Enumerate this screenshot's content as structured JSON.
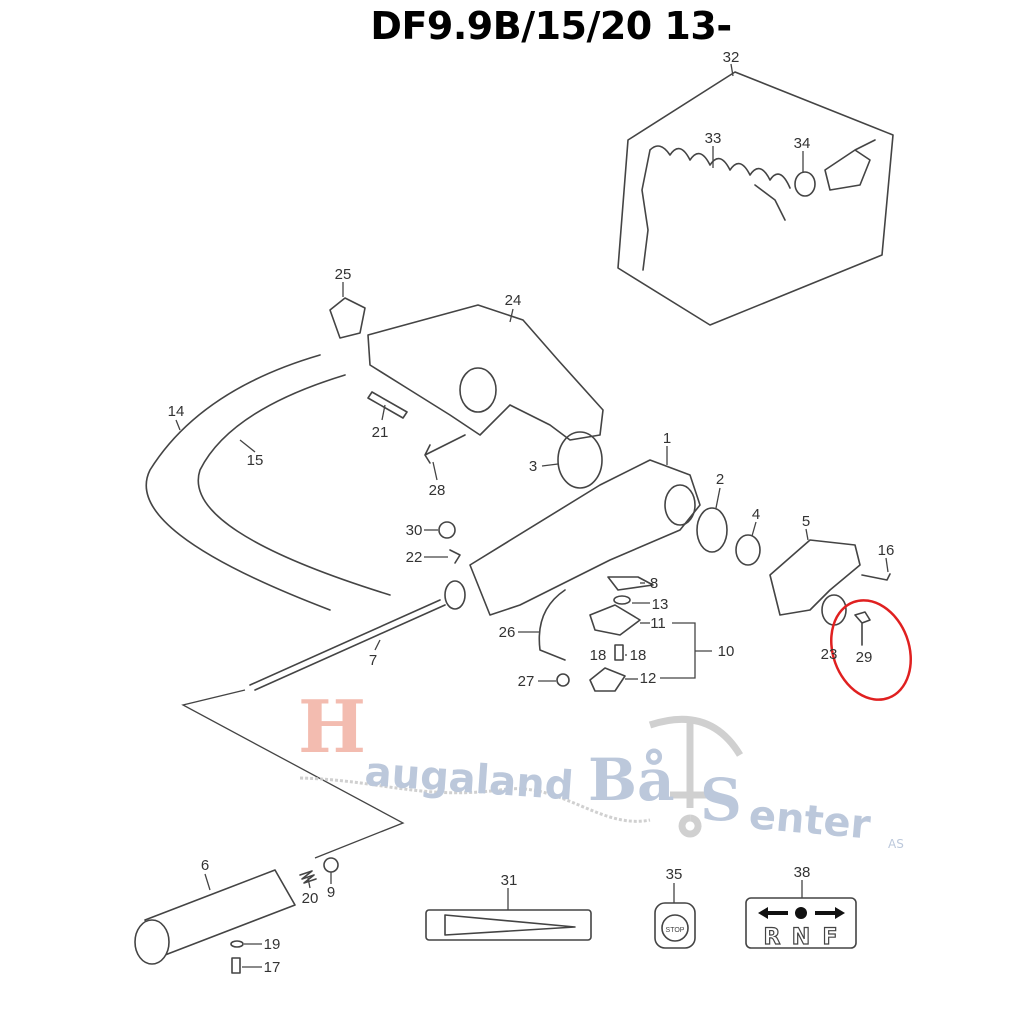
{
  "title": "DF9.9B/15/20 13-",
  "watermark": {
    "first_letter": "H",
    "word1": "augaland",
    "word2_b": "Bå",
    "word2_s": "S",
    "word2_rest": "enter",
    "suffix": "AS"
  },
  "part_labels": [
    "32",
    "33",
    "34",
    "25",
    "24",
    "14",
    "21",
    "15",
    "1",
    "3",
    "28",
    "2",
    "4",
    "5",
    "16",
    "30",
    "22",
    "8",
    "13",
    "11",
    "26",
    "18",
    "10",
    "23",
    "29",
    "7",
    "27",
    "12",
    "6",
    "20",
    "9",
    "19",
    "17",
    "31",
    "35",
    "38",
    "18"
  ],
  "decal_38": {
    "letters": [
      "R",
      "N",
      "F"
    ]
  },
  "decal_35": {
    "text": "STOP"
  },
  "highlight": {
    "part": "29",
    "color": "#e02020"
  }
}
